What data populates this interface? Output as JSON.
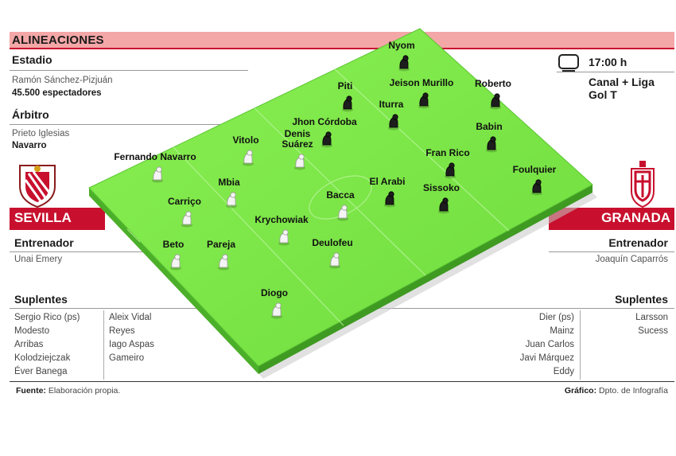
{
  "header": {
    "title": "ALINEACIONES"
  },
  "stadium": {
    "label": "Estadio",
    "name": "Ramón Sánchez-Pizjuán",
    "attendance": "45.500 espectadores"
  },
  "referee": {
    "label": "Árbitro",
    "name": "Prieto Iglesias",
    "region": "Navarro"
  },
  "broadcast": {
    "time": "17:00 h",
    "channel_line1": "Canal + Liga",
    "channel_line2": "Gol T"
  },
  "home": {
    "name": "SEVILLA",
    "coach_label": "Entrenador",
    "coach": "Unai Emery",
    "subs_label": "Suplentes",
    "subs_col1": [
      "Sergio Rico (ps)",
      "Modesto",
      "Arribas",
      "Kolodziejczak",
      "Éver Banega"
    ],
    "subs_col2": [
      "Aleix Vidal",
      "Reyes",
      "Iago Aspas",
      "Gameiro"
    ],
    "players": [
      "Beto",
      "Pareja",
      "Carriço",
      "Mbia",
      "Fernando Navarro",
      "Vitolo",
      "Denis Suárez",
      "Krychowiak",
      "Bacca",
      "Deulofeu",
      "Diogo"
    ]
  },
  "away": {
    "name": "GRANADA",
    "coach_label": "Entrenador",
    "coach": "Joaquín Caparrós",
    "subs_label": "Suplentes",
    "subs_col1": [
      "Dier (ps)",
      "Mainz",
      "Juan Carlos",
      "Javi Márquez",
      "Eddy"
    ],
    "subs_col2": [
      "Larsson",
      "Sucess"
    ],
    "players": [
      "Nyom",
      "Piti",
      "Jeison Murillo",
      "Roberto",
      "Iturra",
      "Jhon Córdoba",
      "Babin",
      "Fran Rico",
      "Foulquier",
      "El Arabi",
      "Sissoko"
    ]
  },
  "footer": {
    "source_label": "Fuente:",
    "source": "Elaboración propia.",
    "graphic_label": "Gráfico:",
    "graphic": "Dpto. de Infografía"
  },
  "colors": {
    "accent": "#c8102e",
    "pitch": "#7ee84a",
    "header_band": "#f4a7a7"
  }
}
